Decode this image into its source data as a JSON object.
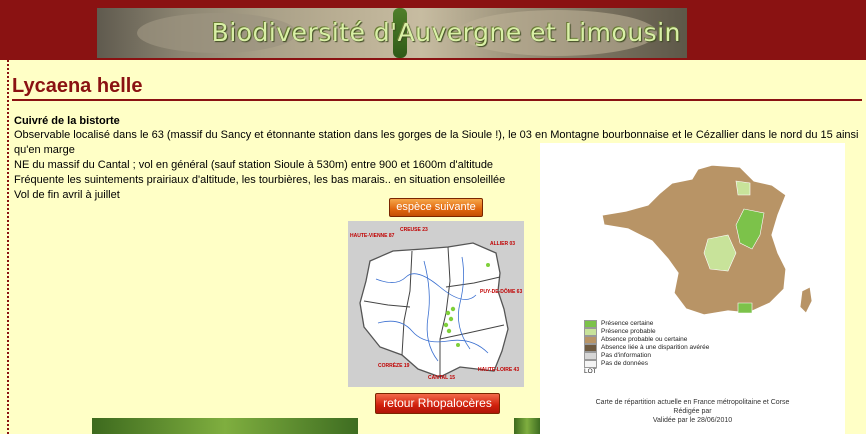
{
  "banner": {
    "title": "Biodiversité d'Auvergne et Limousin"
  },
  "species": {
    "scientific_name": "Lycaena helle",
    "common_name": "Cuivré de la bistorte",
    "lines": [
      "Observable localisé dans le 63 (massif du Sancy et étonnante station dans les gorges de la Sioule !), le 03 en Montagne bourbonnaise et le Cézallier dans le nord du 15 ainsi qu'en marge",
      "NE du massif du Cantal ; vol en général (sauf station Sioule à 530m) entre 900 et 1600m d'altitude",
      "Fréquente les suintements prairiaux d'altitude, les tourbières, les bas marais.. en situation ensoleillée",
      "Vol de fin avril à juillet"
    ]
  },
  "buttons": {
    "next": "espèce suivante",
    "back": "retour Rhopalocères"
  },
  "regional_map": {
    "labels": {
      "haute_vienne": "HAUTE-VIENNE 87",
      "creuse": "CREUSE 23",
      "allier": "ALLIER 03",
      "puy_de_dome": "PUY-DE-DÔME 63",
      "correze": "CORRÈZE 19",
      "cantal": "CANTAL 15",
      "haute_loire": "HAUTE-LOIRE 43"
    }
  },
  "france_map": {
    "legend": [
      {
        "label": "Présence certaine",
        "color": "#7cc24a"
      },
      {
        "label": "Présence probable",
        "color": "#c8e39a"
      },
      {
        "label": "Absence probable ou certaine",
        "color": "#b89466"
      },
      {
        "label": "Absence liée à une disparition avérée",
        "color": "#6e5a40"
      },
      {
        "label": "Pas d'information",
        "color": "#d6d6d6"
      },
      {
        "label": "Pas de données",
        "color": "#f4f4f4"
      }
    ],
    "legend_footer": "LOT",
    "caption": [
      "Carte de répartition actuelle en France métropolitaine et Corse",
      "Rédigée par",
      "Validée par le 28/06/2010"
    ]
  }
}
